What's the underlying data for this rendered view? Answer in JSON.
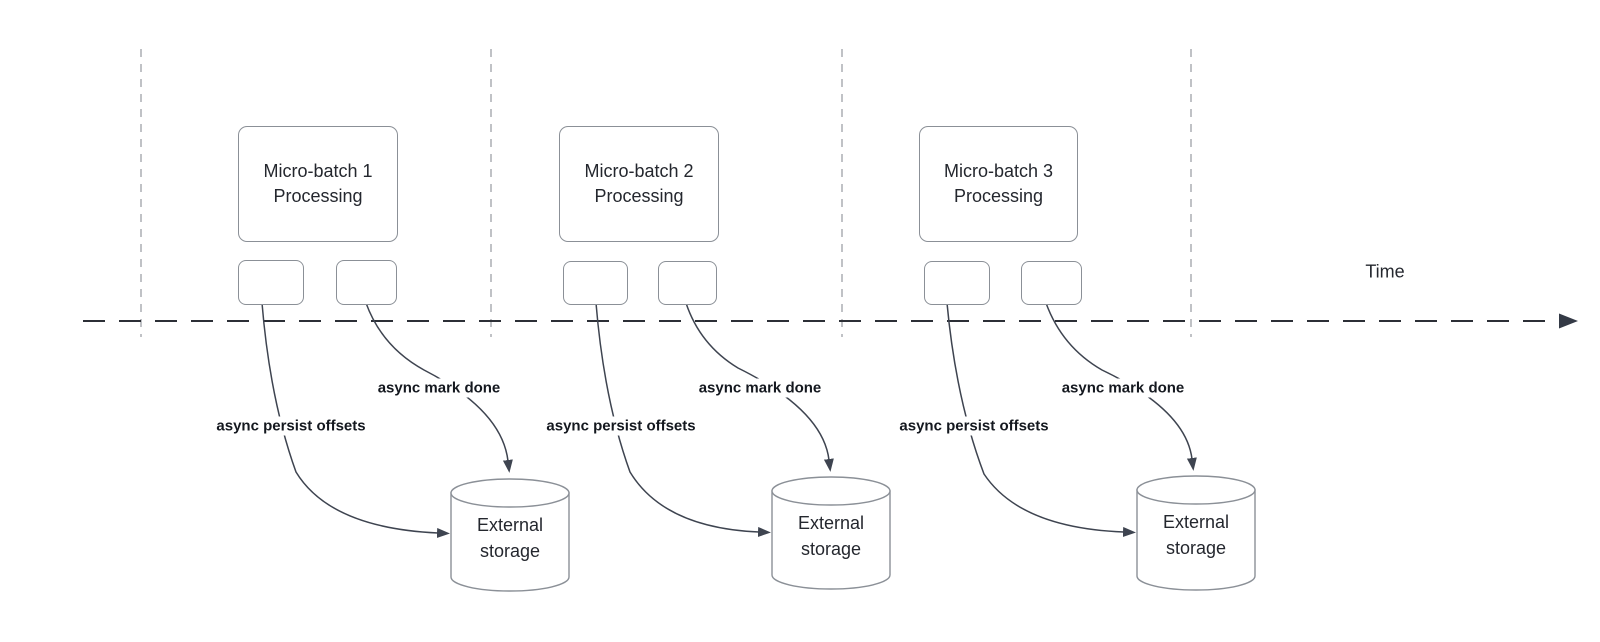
{
  "colors": {
    "background": "#ffffff",
    "shape_border": "#8b9097",
    "shape_text": "#24272e",
    "arrow": "#3e4450",
    "arrow_label_text": "#14181f",
    "timeline": "#2c2f36",
    "gridline": "#abaeb4"
  },
  "timeline": {
    "label": "Time"
  },
  "batches": [
    {
      "box_label": "Micro-batch 1\nProcessing",
      "persist_label": "async persist offsets",
      "done_label": "async mark done",
      "storage_label": "External\nstorage"
    },
    {
      "box_label": "Micro-batch 2\nProcessing",
      "persist_label": "async persist offsets",
      "done_label": "async mark done",
      "storage_label": "External\nstorage"
    },
    {
      "box_label": "Micro-batch 3\nProcessing",
      "persist_label": "async persist offsets",
      "done_label": "async mark done",
      "storage_label": "External\nstorage"
    }
  ]
}
